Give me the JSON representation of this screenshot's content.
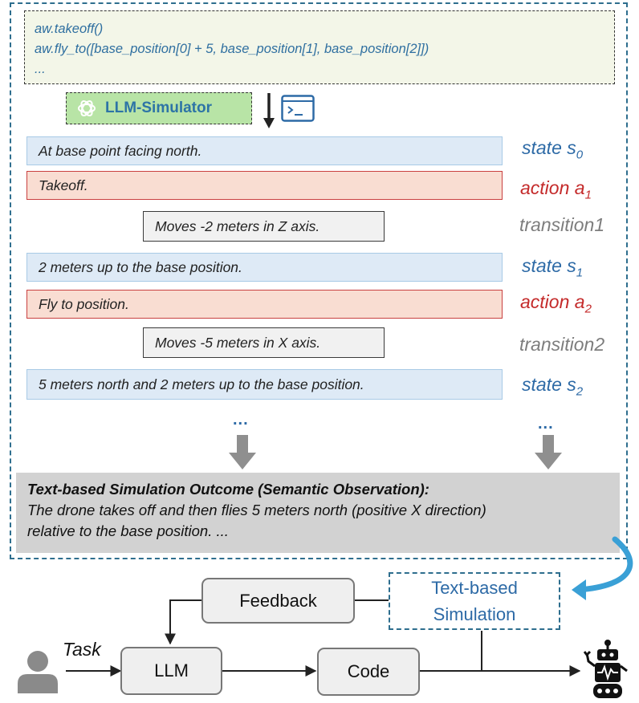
{
  "code": {
    "lines": [
      "aw.takeoff()",
      "aw.fly_to([base_position[0] + 5, base_position[1], base_position[2]])",
      "..."
    ]
  },
  "simulator": {
    "label": "LLM-Simulator",
    "icons": [
      "openai-logo-icon",
      "terminal-icon"
    ]
  },
  "rows": [
    {
      "kind": "state",
      "text": "At base point facing north.",
      "label": "state s",
      "sub": "0"
    },
    {
      "kind": "action",
      "text": "Takeoff.",
      "label": "action a",
      "sub": "1"
    },
    {
      "kind": "transition",
      "text": "Moves -2 meters in Z axis.",
      "label": "transition1",
      "sub": ""
    },
    {
      "kind": "state",
      "text": "2 meters up to the base position.",
      "label": "state s",
      "sub": "1"
    },
    {
      "kind": "action",
      "text": "Fly to position.",
      "label": "action a",
      "sub": "2"
    },
    {
      "kind": "transition",
      "text": "Moves -5 meters in X axis.",
      "label": "transition2",
      "sub": ""
    },
    {
      "kind": "state",
      "text": "5 meters north and 2 meters up to the base position.",
      "label": "state s",
      "sub": "2"
    }
  ],
  "ellipsis": "...",
  "outcome": {
    "title": "Text-based Simulation Outcome (Semantic Observation):",
    "lines": [
      "The drone takes off and then flies 5 meters north (positive X direction)",
      "relative to the base position. ..."
    ]
  },
  "pipeline": {
    "feedback": "Feedback",
    "simulation_lines": [
      "Text-based",
      "Simulation"
    ],
    "llm": "LLM",
    "code": "Code",
    "task": "Task",
    "icons": [
      "user-icon",
      "robot-icon"
    ]
  },
  "colors": {
    "state_fill": "#deeaf6",
    "action_fill": "#f9ddd2",
    "action_border": "#c94040",
    "accent_blue": "#2d6aa6",
    "dashed_frame": "#2e6e8e"
  }
}
